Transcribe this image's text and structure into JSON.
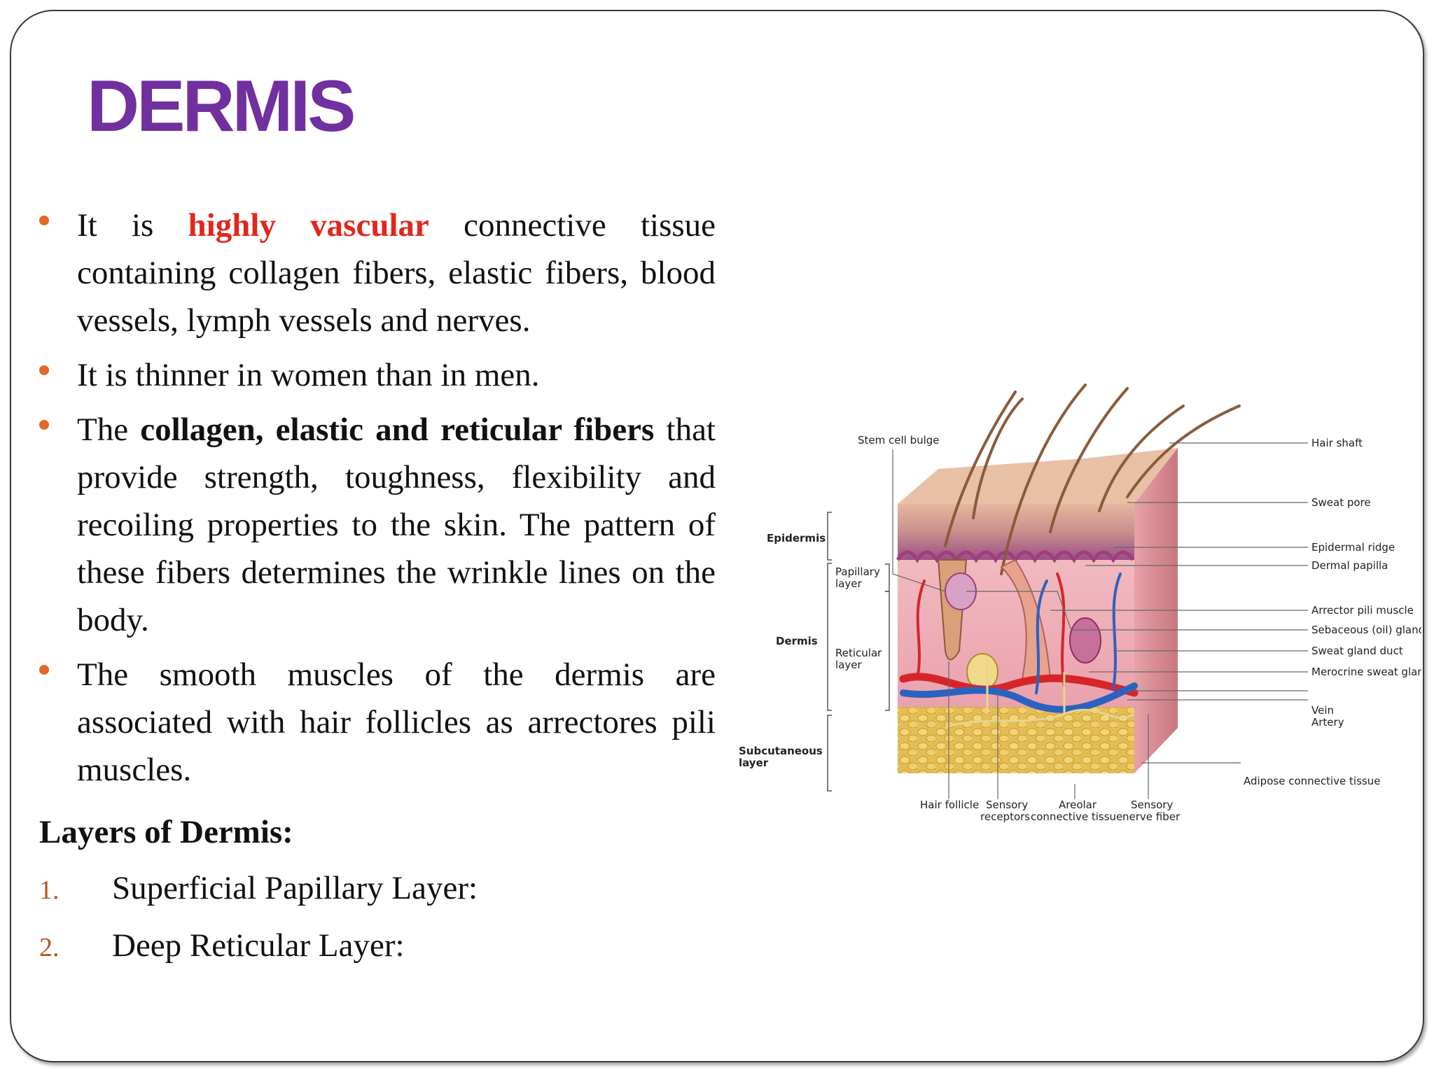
{
  "slide": {
    "title": "DERMIS",
    "bullets": [
      {
        "t1": "It is ",
        "t2": "highly vascular",
        "t3": " connective tissue containing collagen fibers, elastic fibers, blood vessels, lymph vessels and nerves."
      },
      {
        "t1": "It is thinner in women than in men."
      },
      {
        "t1": "The ",
        "t2": "collagen, elastic and reticular fibers",
        "t3": " that provide strength, toughness, flexibility and recoiling properties to the skin. The pattern of these fibers determines the wrinkle lines on the body."
      },
      {
        "t1": "The smooth muscles of the dermis are associated with hair follicles as arrectores pili muscles."
      }
    ],
    "layers_heading": "Layers of Dermis:",
    "layers": [
      {
        "num": "1.",
        "text": "Superficial Papillary Layer:"
      },
      {
        "num": "2.",
        "text": "Deep Reticular Layer:"
      }
    ],
    "colors": {
      "title": "#7030a0",
      "highlight": "#e1261c",
      "bullet": "#e26a25",
      "number": "#b8551f"
    }
  },
  "diagram": {
    "left_labels": {
      "epidermis": "Epidermis",
      "papillary_1": "Papillary",
      "papillary_2": "layer",
      "dermis": "Dermis",
      "reticular_1": "Reticular",
      "reticular_2": "layer",
      "subcutaneous_1": "Subcutaneous",
      "subcutaneous_2": "layer"
    },
    "top_label": "Stem cell bulge",
    "right_labels": {
      "hair_shaft": "Hair shaft",
      "sweat_pore": "Sweat pore",
      "epidermal_ridge": "Epidermal ridge",
      "dermal_papilla": "Dermal papilla",
      "arrector": "Arrector pili muscle",
      "sebaceous": "Sebaceous (oil) gland",
      "sweat_duct": "Sweat gland duct",
      "merocrine": "Merocrine sweat gland",
      "vein": "Vein",
      "artery": "Artery",
      "adipose": "Adipose connective tissue"
    },
    "bottom_labels": {
      "hair_follicle": "Hair follicle",
      "sensory_receptors_1": "Sensory",
      "sensory_receptors_2": "receptors",
      "areolar_1": "Areolar",
      "areolar_2": "connective tissue",
      "nerve_1": "Sensory",
      "nerve_2": "nerve fiber"
    }
  }
}
